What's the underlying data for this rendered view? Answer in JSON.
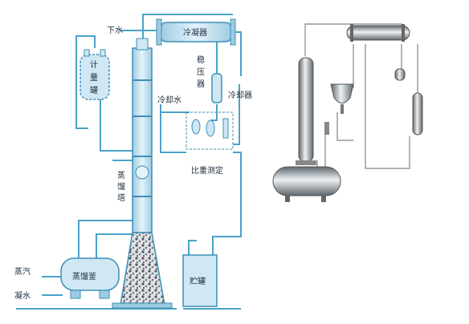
{
  "labels": {
    "xia_shui": "下水",
    "condenser": "冷凝器",
    "metering_tank": [
      "计",
      "量",
      "罐"
    ],
    "stabilizer": [
      "稳",
      "压",
      "器"
    ],
    "cooler": "冷却器",
    "cooling_water": "冷却水",
    "distill_tower": [
      "蒸",
      "馏",
      "塔"
    ],
    "density_measure": "比重测定",
    "steam": "蒸汽",
    "boiler": "蒸馏釜",
    "condensate": "凝水",
    "storage_tank": "贮罐"
  },
  "colors": {
    "pipe": "#4aa3c8",
    "vessel_fill": "#cfe8f4",
    "vessel_stroke": "#3e8fb5",
    "steel_dark": "#6e7880",
    "steel_light": "#e2e6ea"
  }
}
